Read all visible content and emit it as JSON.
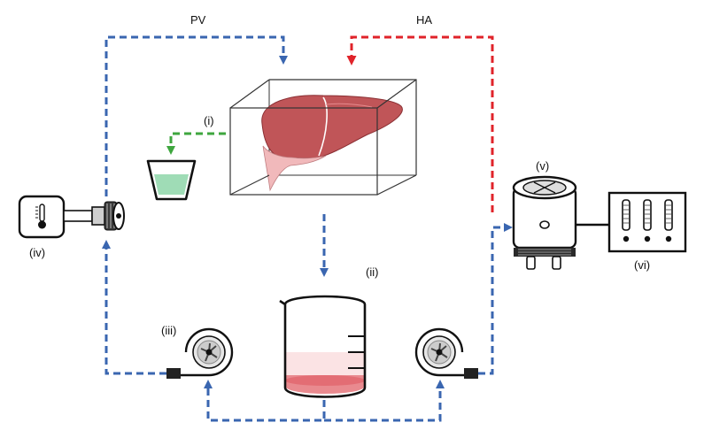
{
  "labels": {
    "pv": "PV",
    "ha": "HA",
    "i": "(i)",
    "ii": "(ii)",
    "iii": "(iii)",
    "iv": "(iv)",
    "v": "(v)",
    "vi": "(vi)"
  },
  "colors": {
    "portal_flow": "#3a66b0",
    "arterial_flow": "#e0232a",
    "bile_flow": "#3ea63e",
    "liver": "#c05558",
    "liver_light": "#f1b9bb",
    "perfusate": "#e98a8f",
    "bile_fluid": "#9fdcb6"
  },
  "icons": {
    "heater": "thermometer-icon",
    "pump": "peristaltic-pump-icon",
    "oxygenator": "oxygenator-icon",
    "monitor": "gauge-panel-icon"
  }
}
